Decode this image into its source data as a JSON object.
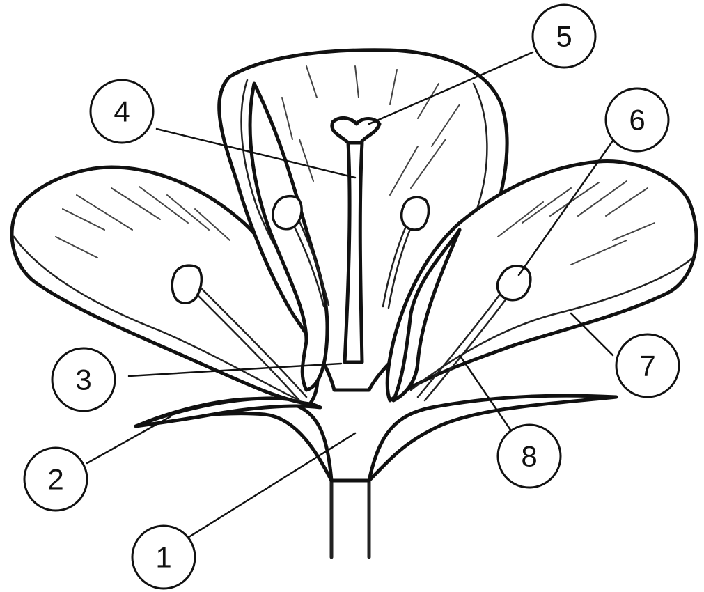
{
  "diagram": {
    "subject": "flower-cross-section",
    "callouts": [
      {
        "id": "1",
        "label": "1"
      },
      {
        "id": "2",
        "label": "2"
      },
      {
        "id": "3",
        "label": "3"
      },
      {
        "id": "4",
        "label": "4"
      },
      {
        "id": "5",
        "label": "5"
      },
      {
        "id": "6",
        "label": "6"
      },
      {
        "id": "7",
        "label": "7"
      },
      {
        "id": "8",
        "label": "8"
      }
    ]
  }
}
